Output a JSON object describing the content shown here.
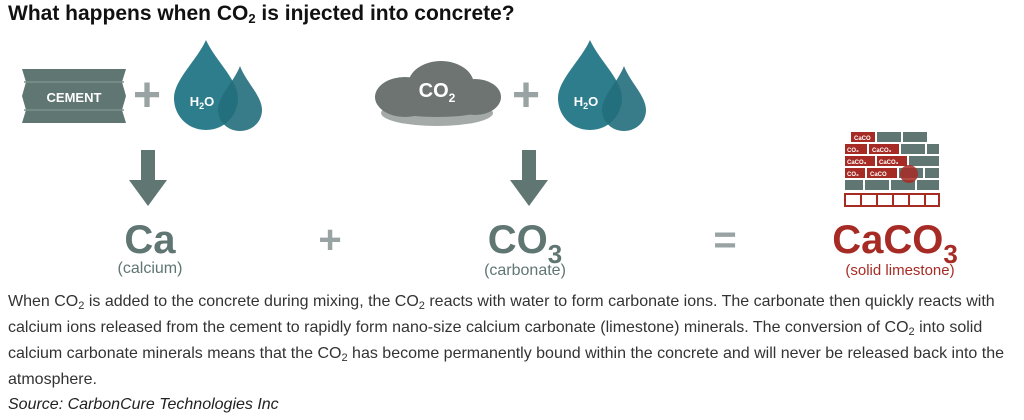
{
  "title": {
    "prefix": "What happens when CO",
    "sub": "2",
    "suffix": " is injected into concrete?"
  },
  "top_row": {
    "cement_label": "CEMENT",
    "plus_1": "+",
    "water_1_main": "H",
    "water_1_sub": "2",
    "water_1_end": "O",
    "co2_main": "CO",
    "co2_sub": "2",
    "plus_2": "+",
    "water_2_main": "H",
    "water_2_sub": "2",
    "water_2_end": "O"
  },
  "bottom_row": {
    "calcium_symbol": "Ca",
    "calcium_label": "(calcium)",
    "plus": "+",
    "carbonate_main": "CO",
    "carbonate_sub": "3",
    "carbonate_label": "(carbonate)",
    "equals": "=",
    "limestone_main": "CaCO",
    "limestone_sub": "3",
    "limestone_label": "(solid limestone)"
  },
  "brick_labels": [
    "CaCO",
    "CO₃",
    "CaCO₃",
    "CaCO₃",
    "CaCO₃",
    "CO₃",
    "CaCO"
  ],
  "colors": {
    "teal": "#2e7d8c",
    "teal_dark": "#246e7c",
    "gray_green": "#5f7673",
    "plus_gray": "#9aa3a3",
    "brick_red": "#a72b25",
    "cloud_gray": "#6d7472"
  },
  "description": {
    "p1": "When CO",
    "s1": "2",
    "p2": " is added to the concrete during mixing, the CO",
    "s2": "2",
    "p3": " reacts with water to form carbonate ions. The carbonate then quickly reacts with calcium ions released from the cement to rapidly form nano-size calcium carbonate (limestone) minerals. The conversion of CO",
    "s3": "2",
    "p4": " into solid calcium carbonate minerals means that the CO",
    "s4": "2",
    "p5": " has become permanently bound within the concrete and will never be released back into the atmosphere."
  },
  "source": "Source: CarbonCure Technologies Inc"
}
